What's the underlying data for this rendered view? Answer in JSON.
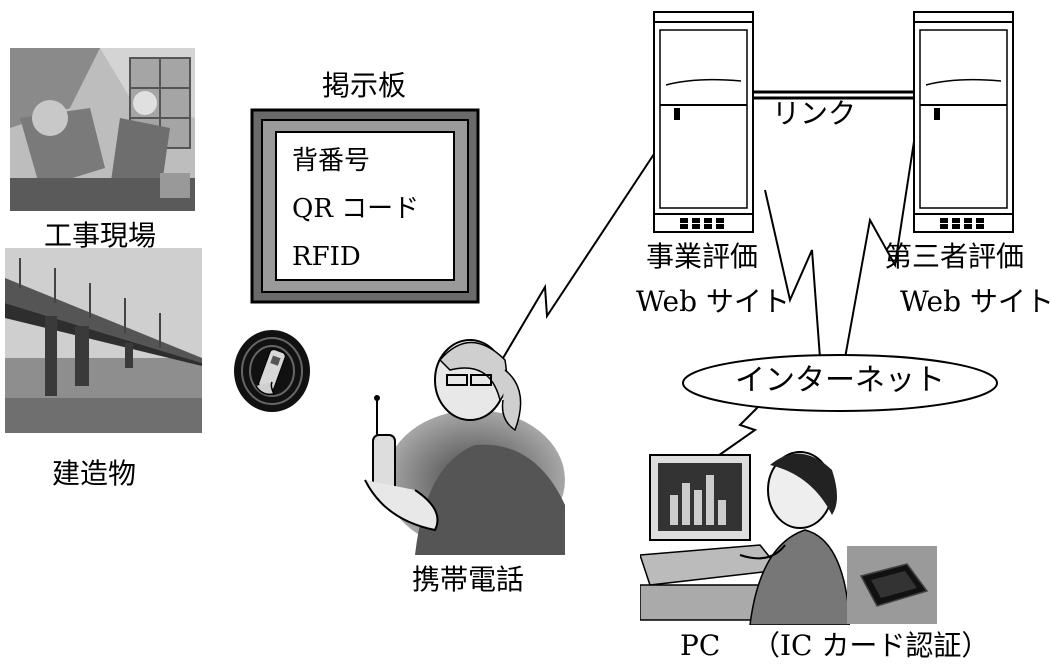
{
  "labels": {
    "construction_site": "工事現場",
    "structure": "建造物",
    "bulletin_board": "掲示板",
    "mobile_phone": "携帯電話",
    "link": "リンク",
    "internet": "インターネット",
    "pc": "PC",
    "ic_card_auth": "（IC カード認証）"
  },
  "board": {
    "items": [
      "背番号",
      "QR コード",
      "RFID"
    ]
  },
  "servers": [
    {
      "line1": "事業評価",
      "line2": "Web サイト"
    },
    {
      "line1": "第三者評価",
      "line2": "Web サイト"
    }
  ]
}
